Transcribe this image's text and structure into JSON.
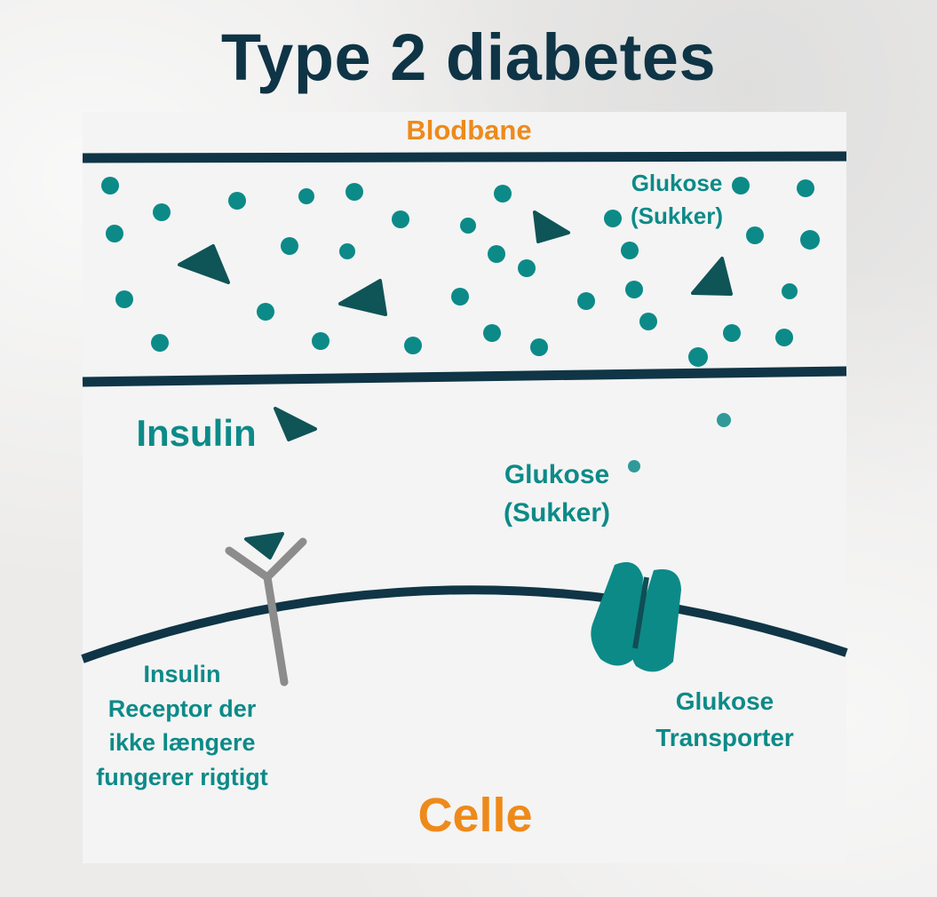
{
  "title": "Type 2 diabetes",
  "labels": {
    "bloodstream": "Blodbane",
    "glucose_top_line1": "Glukose",
    "glucose_top_line2": "(Sukker)",
    "insulin": "Insulin",
    "glucose_mid_line1": "Glukose",
    "glucose_mid_line2": "(Sukker)",
    "receptor_line1": "Insulin",
    "receptor_line2": "Receptor der",
    "receptor_line3": "ikke længere",
    "receptor_line4": "fungerer rigtigt",
    "transporter_line1": "Glukose",
    "transporter_line2": "Transporter",
    "cell": "Celle"
  },
  "colors": {
    "title": "#0e3445",
    "navy": "#0f3546",
    "teal": "#0c8a88",
    "orange": "#ee8a1a",
    "receptor_gray": "#8c8c8c"
  },
  "icons": [
    "glucose-dot-icon",
    "insulin-triangle-icon",
    "insulin-receptor-icon",
    "glucose-transporter-icon"
  ]
}
